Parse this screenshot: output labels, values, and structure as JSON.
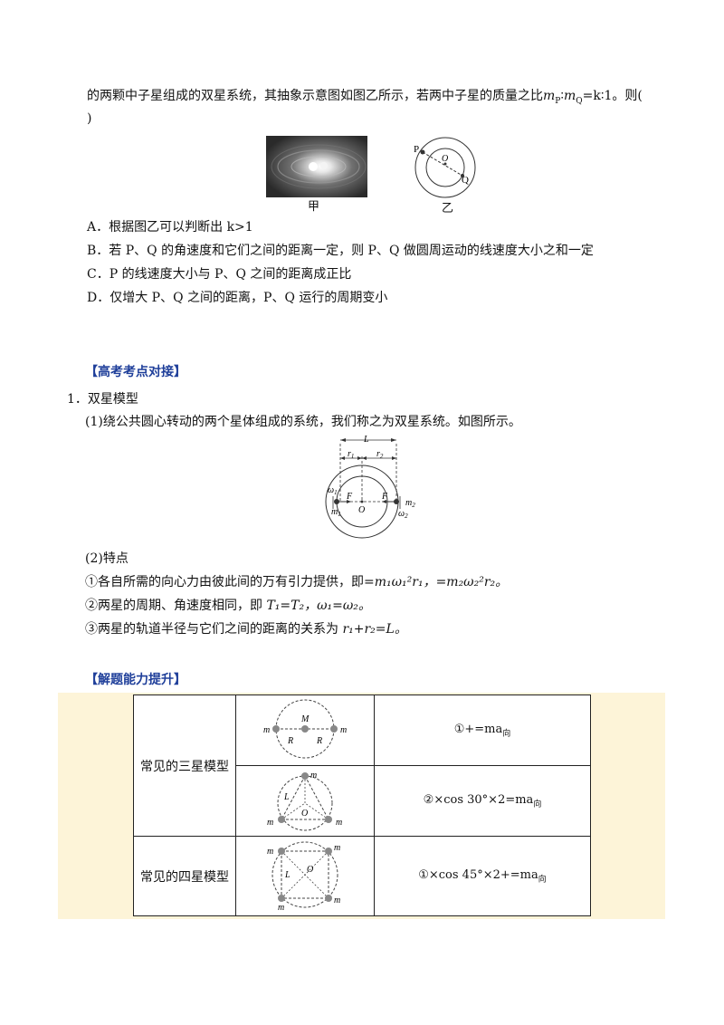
{
  "problem": {
    "stem_line1": "的两颗中子星组成的双星系统，其抽象示意图如图乙所示，若两中子星的质量之比",
    "mass_ratio": "m",
    "mass_ratio_p_sub": "P",
    "mass_ratio_sep": "∶",
    "mass_ratio_q": "m",
    "mass_ratio_q_sub": "Q",
    "mass_ratio_value": "=k∶1。则(",
    "stem_line2": ")",
    "caption_jia": "甲",
    "caption_yi": "乙",
    "fig_yi_labels": {
      "p": "P",
      "o": "O",
      "q": "Q"
    },
    "options": [
      {
        "letter": "A．",
        "text": "根据图乙可以判断出 k>1"
      },
      {
        "letter": "B．",
        "text": "若 P、Q 的角速度和它们之间的距离一定，则 P、Q 做圆周运动的线速度大小之和一定"
      },
      {
        "letter": "C．",
        "text": "P 的线速度大小与 P、Q 之间的距离成正比"
      },
      {
        "letter": "D．",
        "text": "仅增大 P、Q 之间的距离，P、Q 运行的周期变小"
      }
    ]
  },
  "section1": {
    "heading": "【高考考点对接】",
    "item_no": "1．",
    "item_title": "双星模型",
    "sub1": "(1)绕公共圆心转动的两个星体组成的系统，我们称之为双星系统。如图所示。",
    "diagram_labels": {
      "L": "L",
      "r1": "r",
      "r1_sub": "1",
      "r2": "r",
      "r2_sub": "2",
      "w1": "ω",
      "w1_sub": "1",
      "w2": "ω",
      "w2_sub": "2",
      "m1": "m",
      "m1_sub": "1",
      "m2": "m",
      "m2_sub": "2",
      "F1": "F",
      "F2": "F",
      "O": "O"
    },
    "sub2": "(2)特点",
    "p1_pre": "①各自所需的向心力由彼此间的万有引力提供，即",
    "p1_eq": "=m₁ω₁²r₁，=m₂ω₂²r₂。",
    "p2_pre": "②两星的周期、角速度相同，即 ",
    "p2_eq": "T₁=T₂，ω₁=ω₂。",
    "p3_pre": "③两星的轨道半径与它们之间的距离的关系为 ",
    "p3_eq": "r₁+r₂=L。"
  },
  "section2": {
    "heading": "【解题能力提升】",
    "rows": [
      {
        "label": "常见的三星模型",
        "formulas": [
          "①+=ma",
          "②×cos 30°×2=ma"
        ]
      },
      {
        "label": "常见的四星模型",
        "formulas": [
          "①×cos 45°×2+=ma"
        ]
      }
    ],
    "subscript_xiang": "向",
    "fig_three_line": {
      "m_left": "m",
      "M": "M",
      "m_right": "m",
      "R1": "R",
      "R2": "R"
    },
    "fig_three_tri": {
      "m_top": "m",
      "L": "L",
      "O": "O",
      "m_left": "m",
      "m_right": "m"
    },
    "fig_four": {
      "m_tl": "m",
      "m_tr": "m",
      "L": "L",
      "O": "O",
      "m_bl": "m",
      "m_br": "m"
    }
  }
}
